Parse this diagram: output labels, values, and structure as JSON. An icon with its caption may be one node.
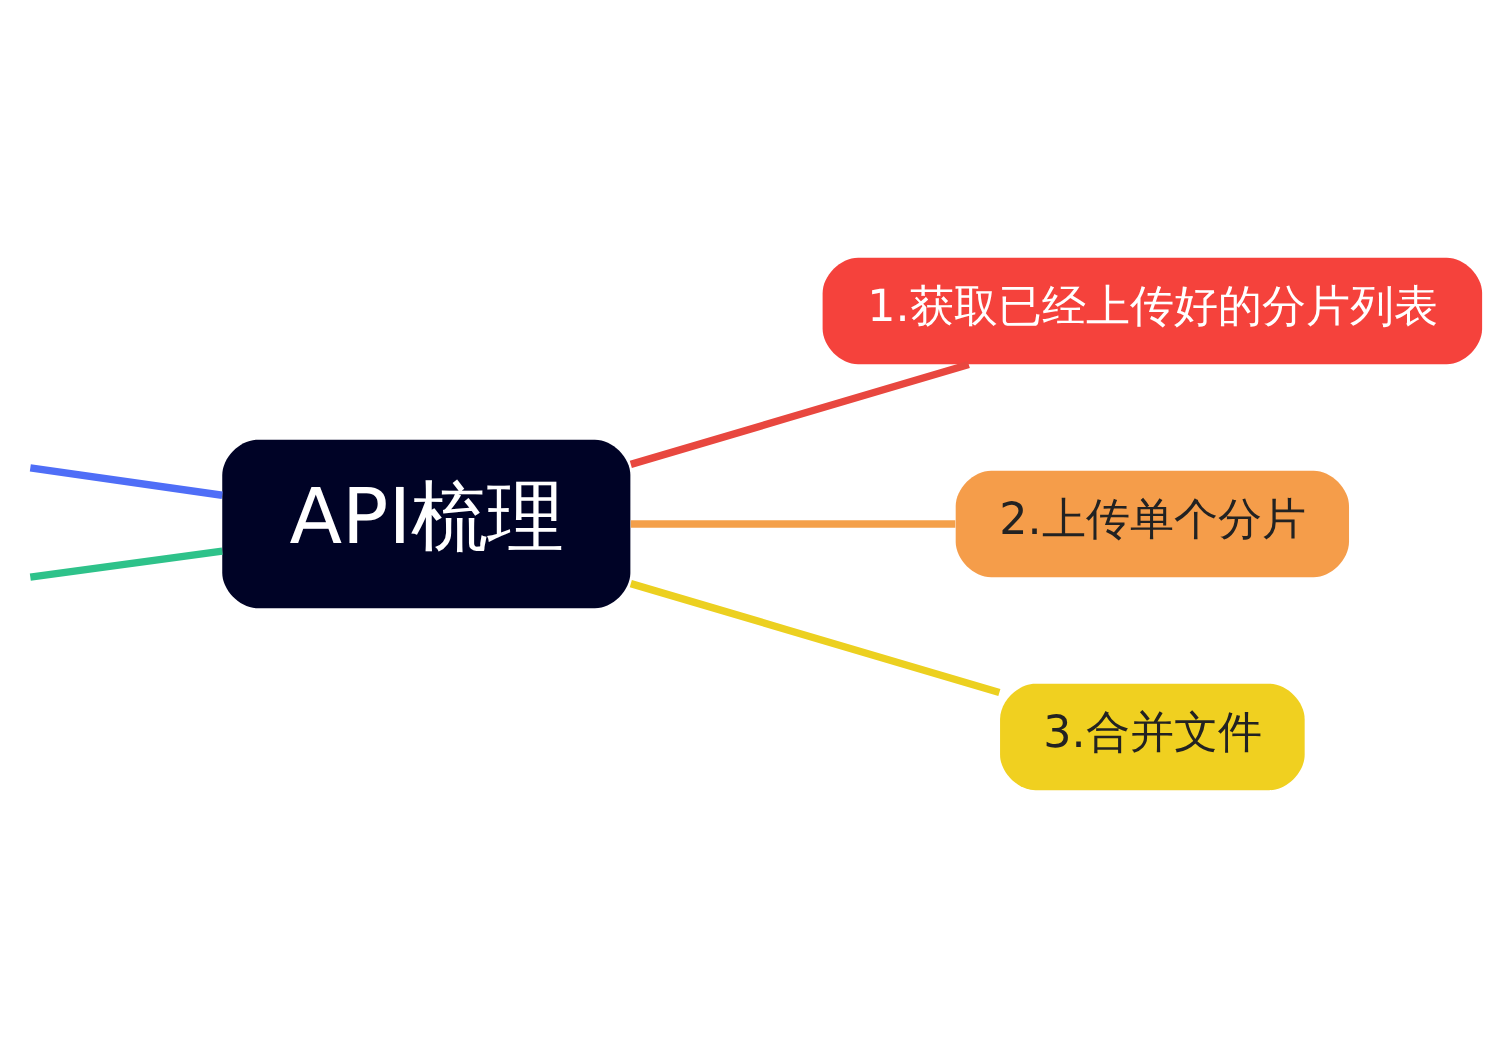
{
  "diagram": {
    "nodes": [
      {
        "text": [
          "API梳理"
        ]
      },
      {
        "text": [
          "1.获取已经上传好的分片列表"
        ]
      },
      {
        "text": [
          "2.上传单个分片"
        ]
      },
      {
        "text": [
          "3.合并文件"
        ]
      }
    ],
    "edges": [
      {
        "from": null,
        "to": 0,
        "arrow": "none",
        "color": "#4f6ef7"
      },
      {
        "from": null,
        "to": 0,
        "arrow": "none",
        "color": "#2ec28a"
      },
      {
        "from": 0,
        "to": 1,
        "arrow": "none",
        "color": "#e8473f"
      },
      {
        "from": 0,
        "to": 2,
        "arrow": "none",
        "color": "#f4a04a"
      },
      {
        "from": 0,
        "to": 3,
        "arrow": "none",
        "color": "#ecd020"
      }
    ]
  }
}
